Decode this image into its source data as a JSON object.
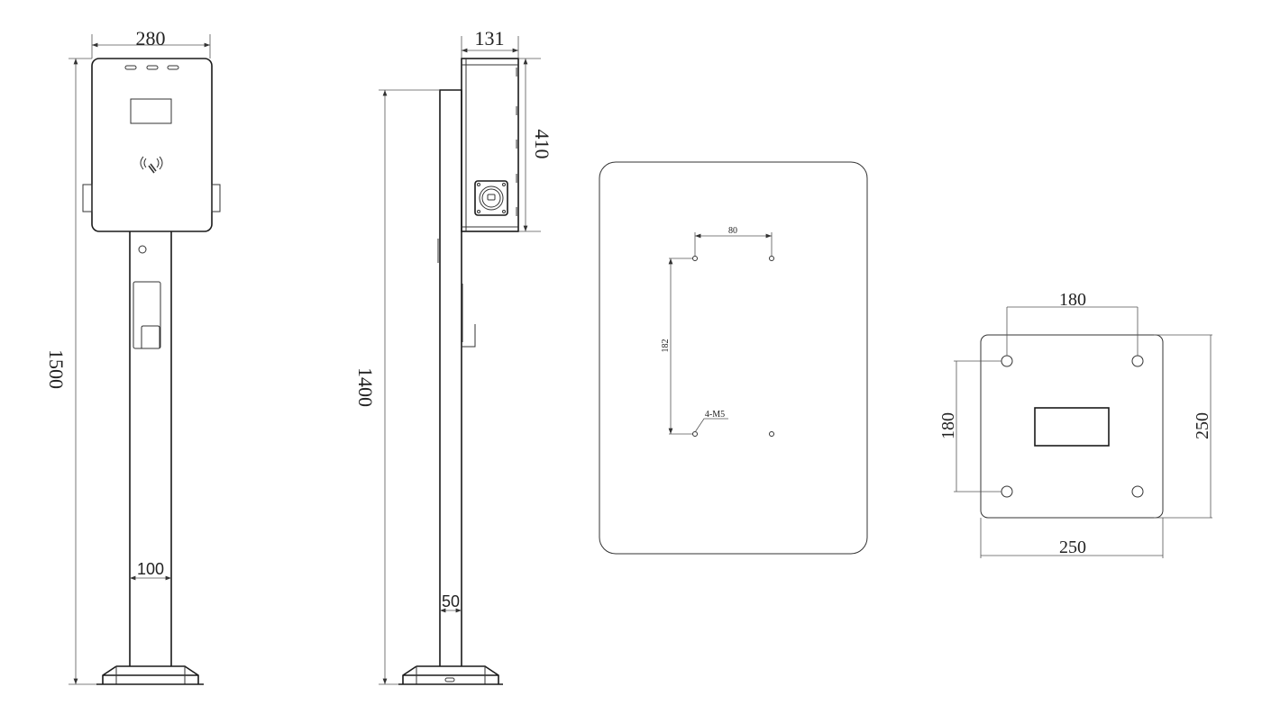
{
  "front_view": {
    "width_label": "280",
    "height_label": "1500",
    "pole_width_label": "100"
  },
  "side_view": {
    "depth_label": "131",
    "box_height_label": "410",
    "pole_height_label": "1400",
    "pole_depth_label": "50"
  },
  "back_panel": {
    "hole_spacing_h_label": "80",
    "hole_spacing_v_label": "182",
    "hole_callout": "4-M5"
  },
  "mounting_plate": {
    "hole_spacing_h_label": "180",
    "hole_spacing_v_label": "180",
    "plate_width_label": "250",
    "plate_height_label": "250"
  },
  "colors": {
    "line": "#1a1a1a",
    "dimension": "#555555",
    "background": "#ffffff"
  }
}
